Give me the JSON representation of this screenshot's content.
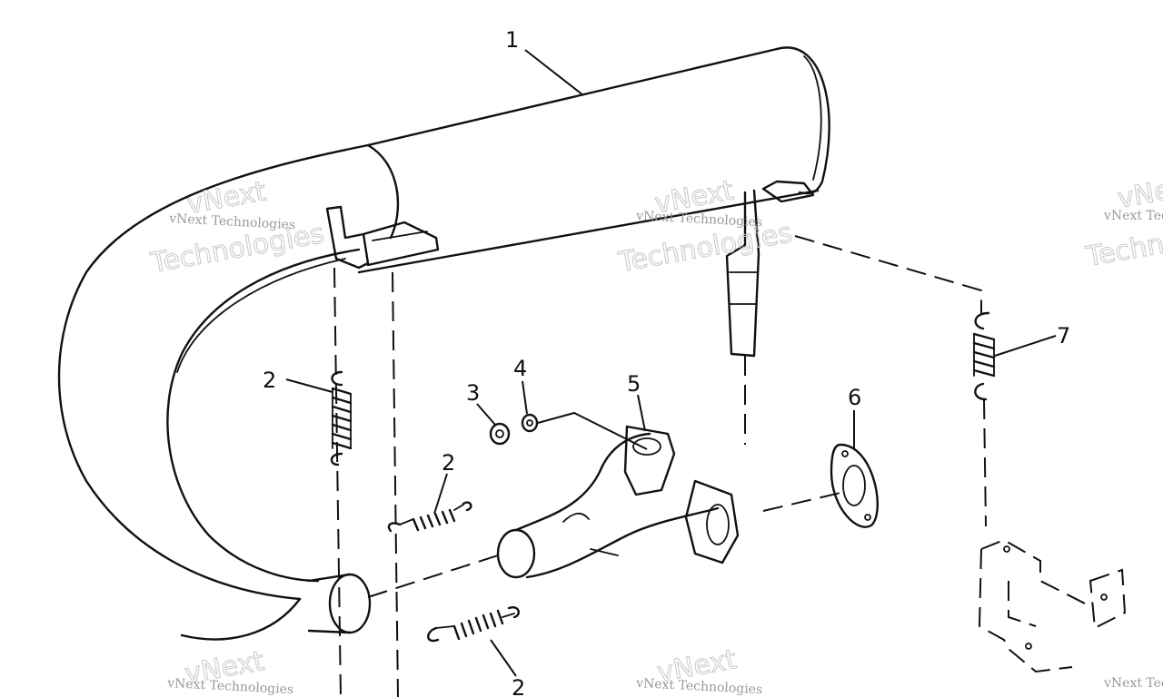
{
  "diagram": {
    "callouts": {
      "c1": "1",
      "c2a": "2",
      "c2b": "2",
      "c2c": "2",
      "c3": "3",
      "c4": "4",
      "c5": "5",
      "c6": "6",
      "c7": "7"
    },
    "watermark": {
      "brand_small": "vNext Technologies",
      "brand_top": "vNext",
      "brand_bottom": "Technologies"
    }
  }
}
